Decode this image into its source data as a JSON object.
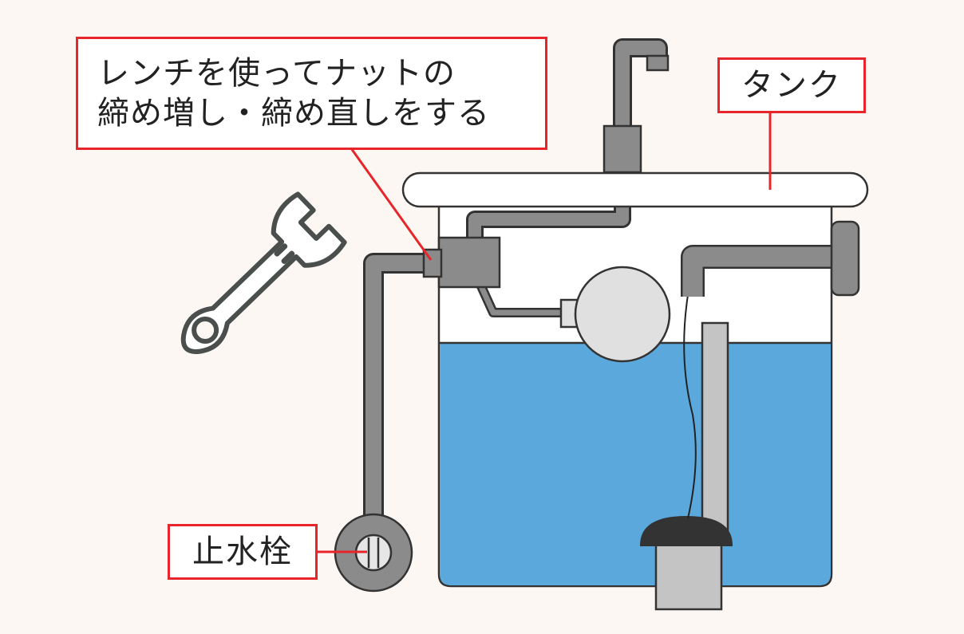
{
  "callouts": {
    "wrench_instruction": {
      "line1": "レンチを使ってナットの",
      "line2": "締め増し・締め直しをする"
    },
    "tank": "タンク",
    "stop_valve": "止水栓"
  },
  "colors": {
    "background": "#fcf7f2",
    "callout_border": "#e8252a",
    "water": "#5aa8dc",
    "pipe": "#8b8b8b",
    "outline": "#333333",
    "float_ball": "#e0e0e0",
    "flapper": "#333333",
    "wrench_stroke": "#4a4f4d"
  },
  "icons": [
    "wrench-icon"
  ]
}
